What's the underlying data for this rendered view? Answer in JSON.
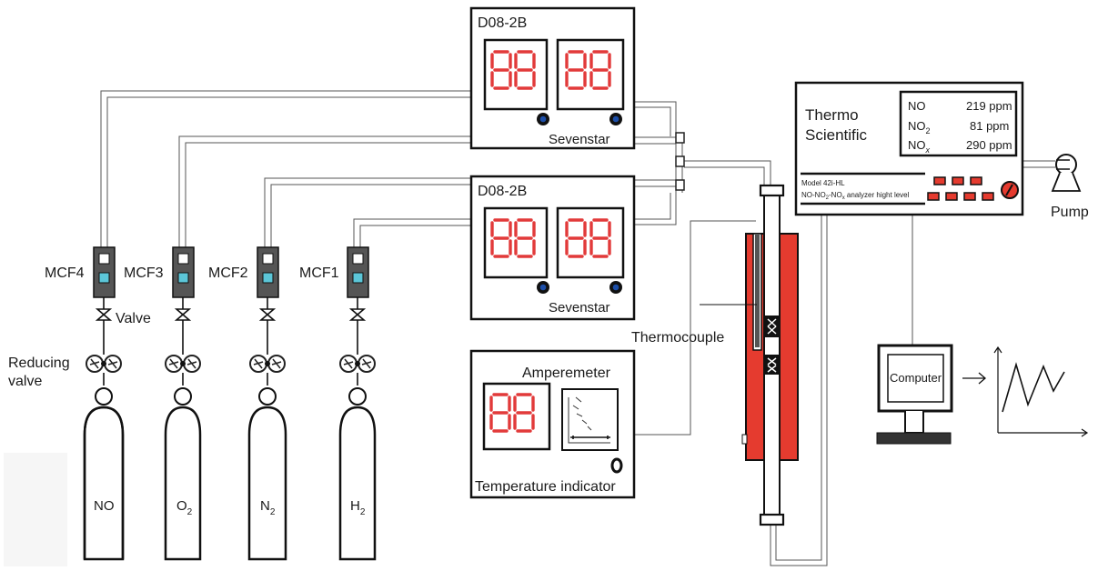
{
  "mfc_controllers": [
    {
      "title": "D08-2B",
      "brand": "Sevenstar"
    },
    {
      "title": "D08-2B",
      "brand": "Sevenstar"
    }
  ],
  "flow_meters": [
    "MCF4",
    "MCF3",
    "MCF2",
    "MCF1"
  ],
  "valve_label": "Valve",
  "reducing_valve_label": [
    "Reducing",
    "valve"
  ],
  "cylinders": [
    {
      "gas": "NO",
      "sub": ""
    },
    {
      "gas": "O",
      "sub": "2"
    },
    {
      "gas": "N",
      "sub": "2"
    },
    {
      "gas": "H",
      "sub": "2"
    }
  ],
  "temperature_box": {
    "title": "Amperemeter",
    "caption": "Temperature indicator"
  },
  "thermocouple_label": "Thermocouple",
  "analyzer": {
    "brand_line1": "Thermo",
    "brand_line2": "Scientific",
    "readings": [
      {
        "gas": "NO",
        "sub": "",
        "value": "219 ppm"
      },
      {
        "gas": "NO",
        "sub": "2",
        "value": "81 ppm"
      },
      {
        "gas": "NO",
        "sub": "x",
        "value": "290 ppm"
      }
    ],
    "model": "Model 42i-HL",
    "description": {
      "p1": "NO-NO",
      "s1": "2",
      "p2": "-NO",
      "s2": "x",
      "p3": " analyzer hight level"
    }
  },
  "pump_label": "Pump",
  "computer_label": "Computer",
  "colors": {
    "display": "#e23a3a",
    "furnace": "#e53b2f",
    "knob": "#1c4ea8",
    "flowmeter_window": "#5cc6d8"
  }
}
